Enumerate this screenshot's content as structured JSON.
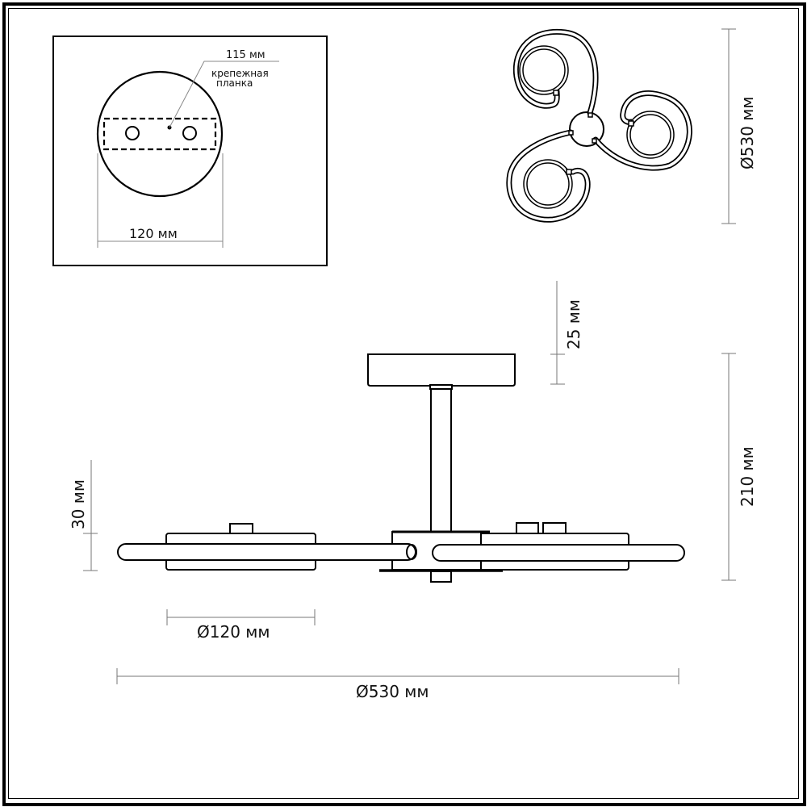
{
  "drawing": {
    "mount_panel": {
      "bracket_dimension": "115 мм",
      "bracket_label_line1": "крепежная",
      "bracket_label_line2": "планка",
      "canopy_width": "120 мм"
    },
    "top_view": {
      "diameter": "Ø530 мм"
    },
    "side_view": {
      "canopy_height": "25 мм",
      "total_height": "210 мм",
      "ring_height": "30 мм",
      "ring_diameter": "Ø120 мм",
      "overall_diameter": "Ø530 мм"
    },
    "colors": {
      "line": "#000000",
      "dimension_line": "#777777"
    }
  }
}
